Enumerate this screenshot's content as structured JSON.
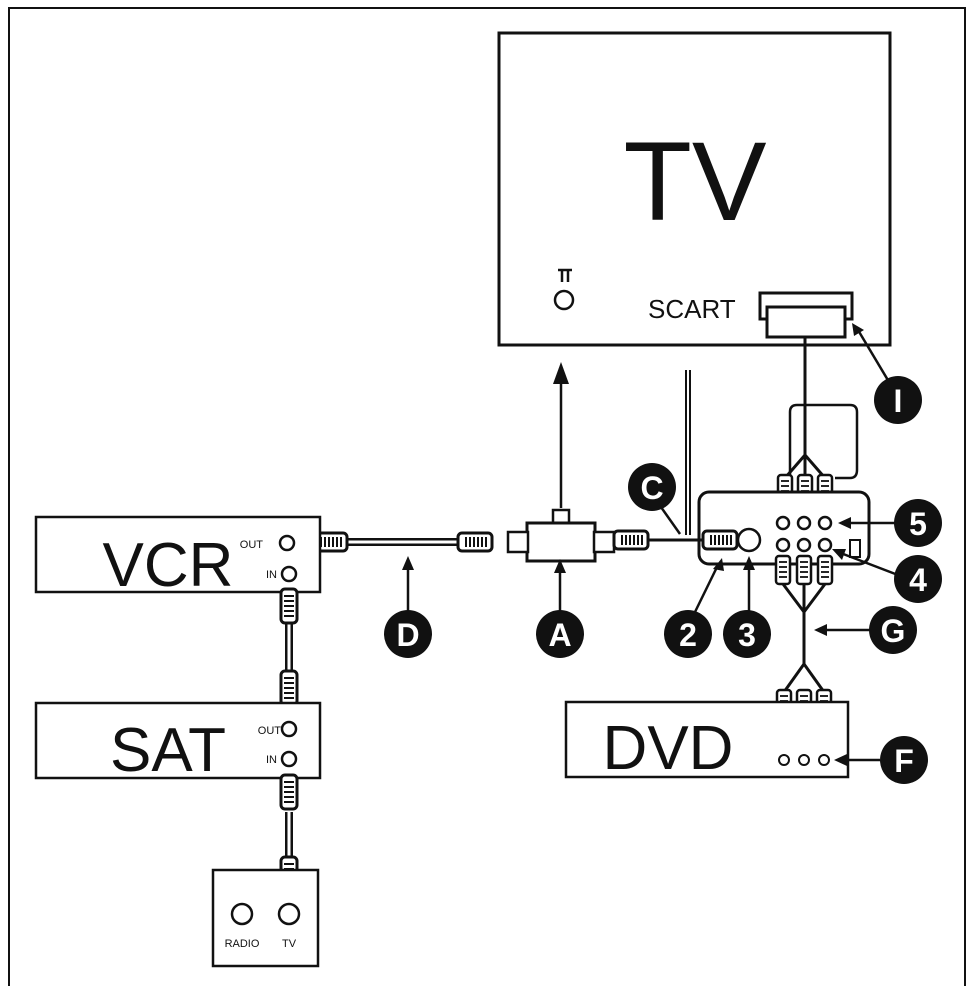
{
  "devices": {
    "tv": {
      "title": "TV",
      "scart_label": "SCART"
    },
    "vcr": {
      "title": "VCR",
      "out_label": "OUT",
      "in_label": "IN"
    },
    "sat": {
      "title": "SAT",
      "out_label": "OUT",
      "in_label": "IN"
    },
    "dvd": {
      "title": "DVD"
    },
    "wall_socket": {
      "radio_label": "RADIO",
      "tv_label": "TV"
    }
  },
  "callouts": {
    "A": "A",
    "C": "C",
    "D": "D",
    "F": "F",
    "G": "G",
    "I": "I",
    "n2": "2",
    "n3": "3",
    "n4": "4",
    "n5": "5"
  },
  "colors": {
    "ink": "#111111",
    "paper": "#ffffff"
  },
  "icons": {
    "antenna_symbol": "antenna-symbol-icon"
  }
}
